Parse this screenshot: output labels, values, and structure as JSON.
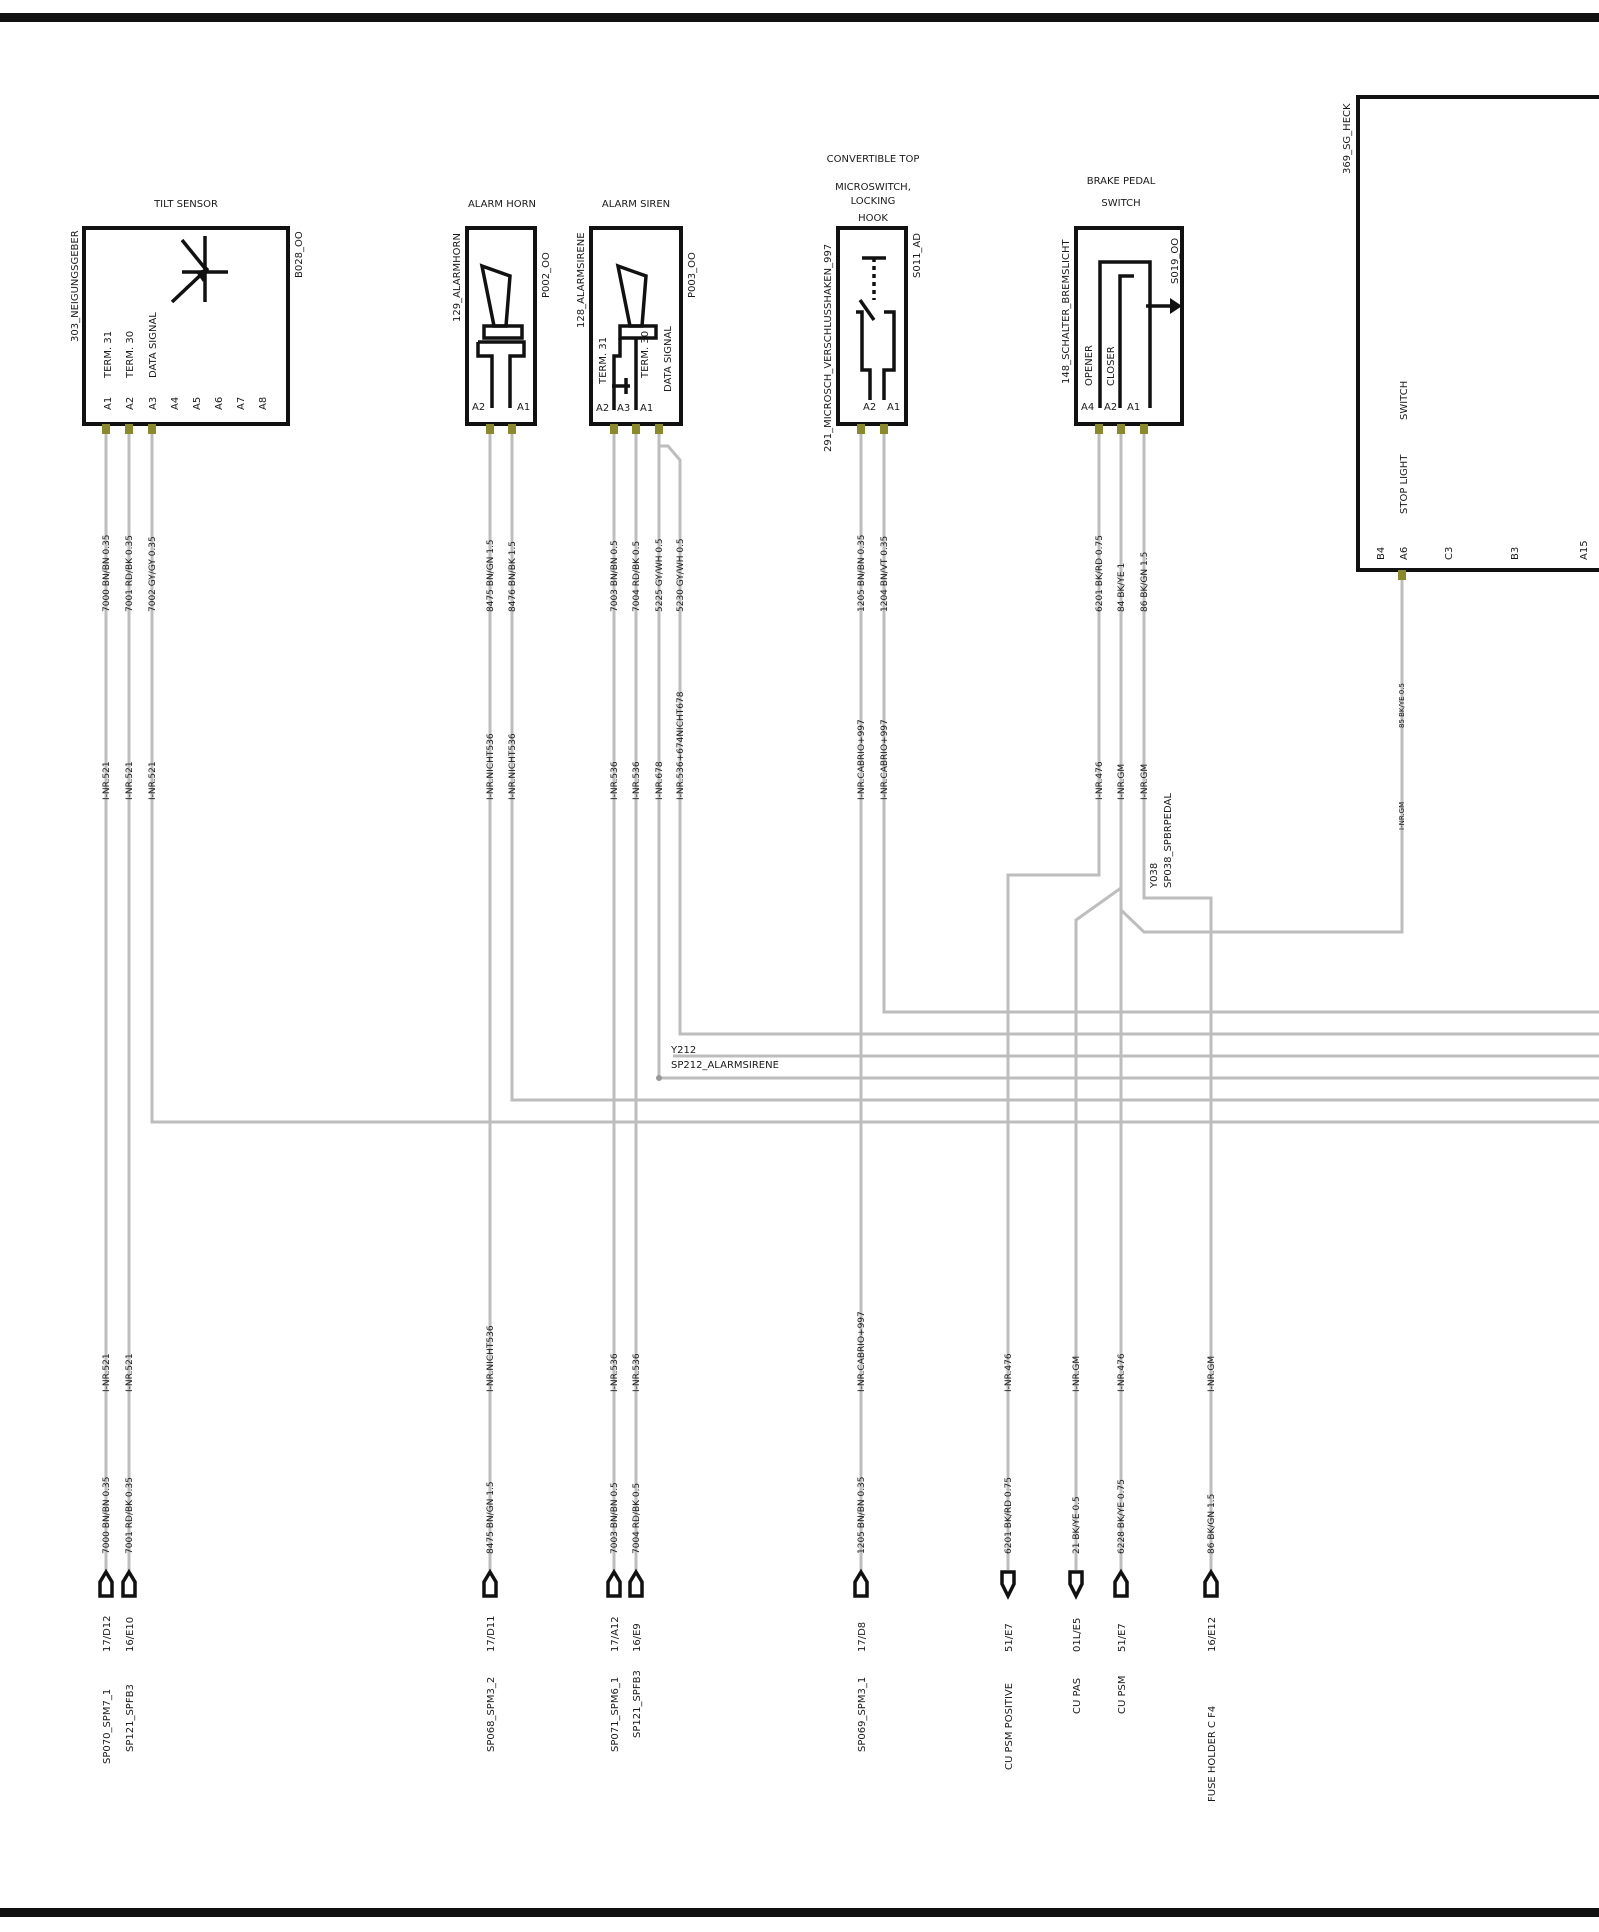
{
  "colors": {
    "wire": "#bdbdbd",
    "border": "#111111",
    "pin": "#8a8a2a"
  },
  "components": {
    "tilt": {
      "title": "TILT SENSOR",
      "id": "303_NEIGUNGSGEBER",
      "code": "B028_OO",
      "term31": "TERM. 31",
      "term30": "TERM. 30",
      "data": "DATA SIGNAL",
      "pins": [
        "A1",
        "A2",
        "A3",
        "A4",
        "A5",
        "A6",
        "A7",
        "A8"
      ]
    },
    "horn": {
      "title": "ALARM HORN",
      "id": "129_ALARMHORN",
      "code": "P002_OO",
      "pins": [
        "A2",
        "A1"
      ]
    },
    "siren": {
      "title": "ALARM SIREN",
      "id": "128_ALARMSIRENE",
      "code": "P003_OO",
      "term31": "TERM. 31",
      "term30": "TERM. 30",
      "data": "DATA SIGNAL",
      "pins": [
        "A2",
        "A3",
        "A1"
      ]
    },
    "micro": {
      "title1": "CONVERTIBLE TOP",
      "title2": "MICROSWITCH,",
      "title3": "LOCKING",
      "title4": "HOOK",
      "id": "291_MICROSCH_VERSCHLUSSHAKEN_997",
      "code": "S011_AD",
      "pins": [
        "A2",
        "A1"
      ]
    },
    "brake": {
      "title1": "BRAKE PEDAL",
      "title2": "SWITCH",
      "id": "148_SCHALTER_BREMSLICHT",
      "code": "S019_OO",
      "opener": "OPENER",
      "closer": "CLOSER",
      "pins": [
        "A4",
        "A2",
        "A1"
      ]
    },
    "sg": {
      "id": "369_SG_HECK",
      "stop": "STOP LIGHT",
      "switch": "SWITCH",
      "pins": [
        "B4",
        "A6",
        "C3",
        "B3",
        "A15"
      ]
    }
  },
  "wires": {
    "w7000": "7000 BN/BN 0.35",
    "w7001": "7001 RD/BK 0.35",
    "w7002": "7002 GY/GY 0.35",
    "w8475": "8475 BN/GN 1.5",
    "w8476": "8476 BN/BK 1.5",
    "w7003": "7003 BN/BN 0.5",
    "w7004": "7004 RD/BK 0.5",
    "w5225": "5225 GY/WH 0.5",
    "w5230": "5230 GY/WH 0.5",
    "w1205": "1205 BN/BN 0.35",
    "w1204": "1204 BN/VT 0.35",
    "w6201": "6201 BK/RD 0.75",
    "w84": "84 BK/YE 1",
    "w86": "86 BK/GN 1.5",
    "w85": "85 BK/YE 0.5",
    "w6201b": "6201 BK/RD 0.75",
    "w21": "21 BK/YE 0.5",
    "w6228": "6228 BK/YE 0.75",
    "w86b": "86 BK/GN 1.5"
  },
  "nr": {
    "n521": "I-NR.521",
    "nNICHT536": "I-NR.NICHT536",
    "n536": "I-NR.536",
    "n678": "I-NR.678",
    "n536_674": "I-NR.536+674NICHT678",
    "nCABRIO": "I-NR.CABRIO+997",
    "n476": "I-NR.476",
    "nGM": "I-NR.GM"
  },
  "splices": {
    "y212": "Y212",
    "sp212": "SP212_ALARMSIRENE",
    "y038": "Y038",
    "sp038": "SP038_SPBRPEDAL"
  },
  "connectors": [
    {
      "ref": "17/D12",
      "name": "SP070_SPM7_1"
    },
    {
      "ref": "16/E10",
      "name": "SP121_SPFB3"
    },
    {
      "ref": "17/D11",
      "name": "SP068_SPM3_2"
    },
    {
      "ref": "17/A12",
      "name": "SP071_SPM6_1"
    },
    {
      "ref": "16/E9",
      "name": "SP121_SPFB3"
    },
    {
      "ref": "17/D8",
      "name": "SP069_SPM3_1"
    },
    {
      "ref": "51/E7",
      "name": "CU PSM  POSITIVE"
    },
    {
      "ref": "01L/E5",
      "name": "CU PAS"
    },
    {
      "ref": "51/E7",
      "name": "CU PSM"
    },
    {
      "ref": "16/E12",
      "name": "FUSE HOLDER C    F4"
    }
  ]
}
